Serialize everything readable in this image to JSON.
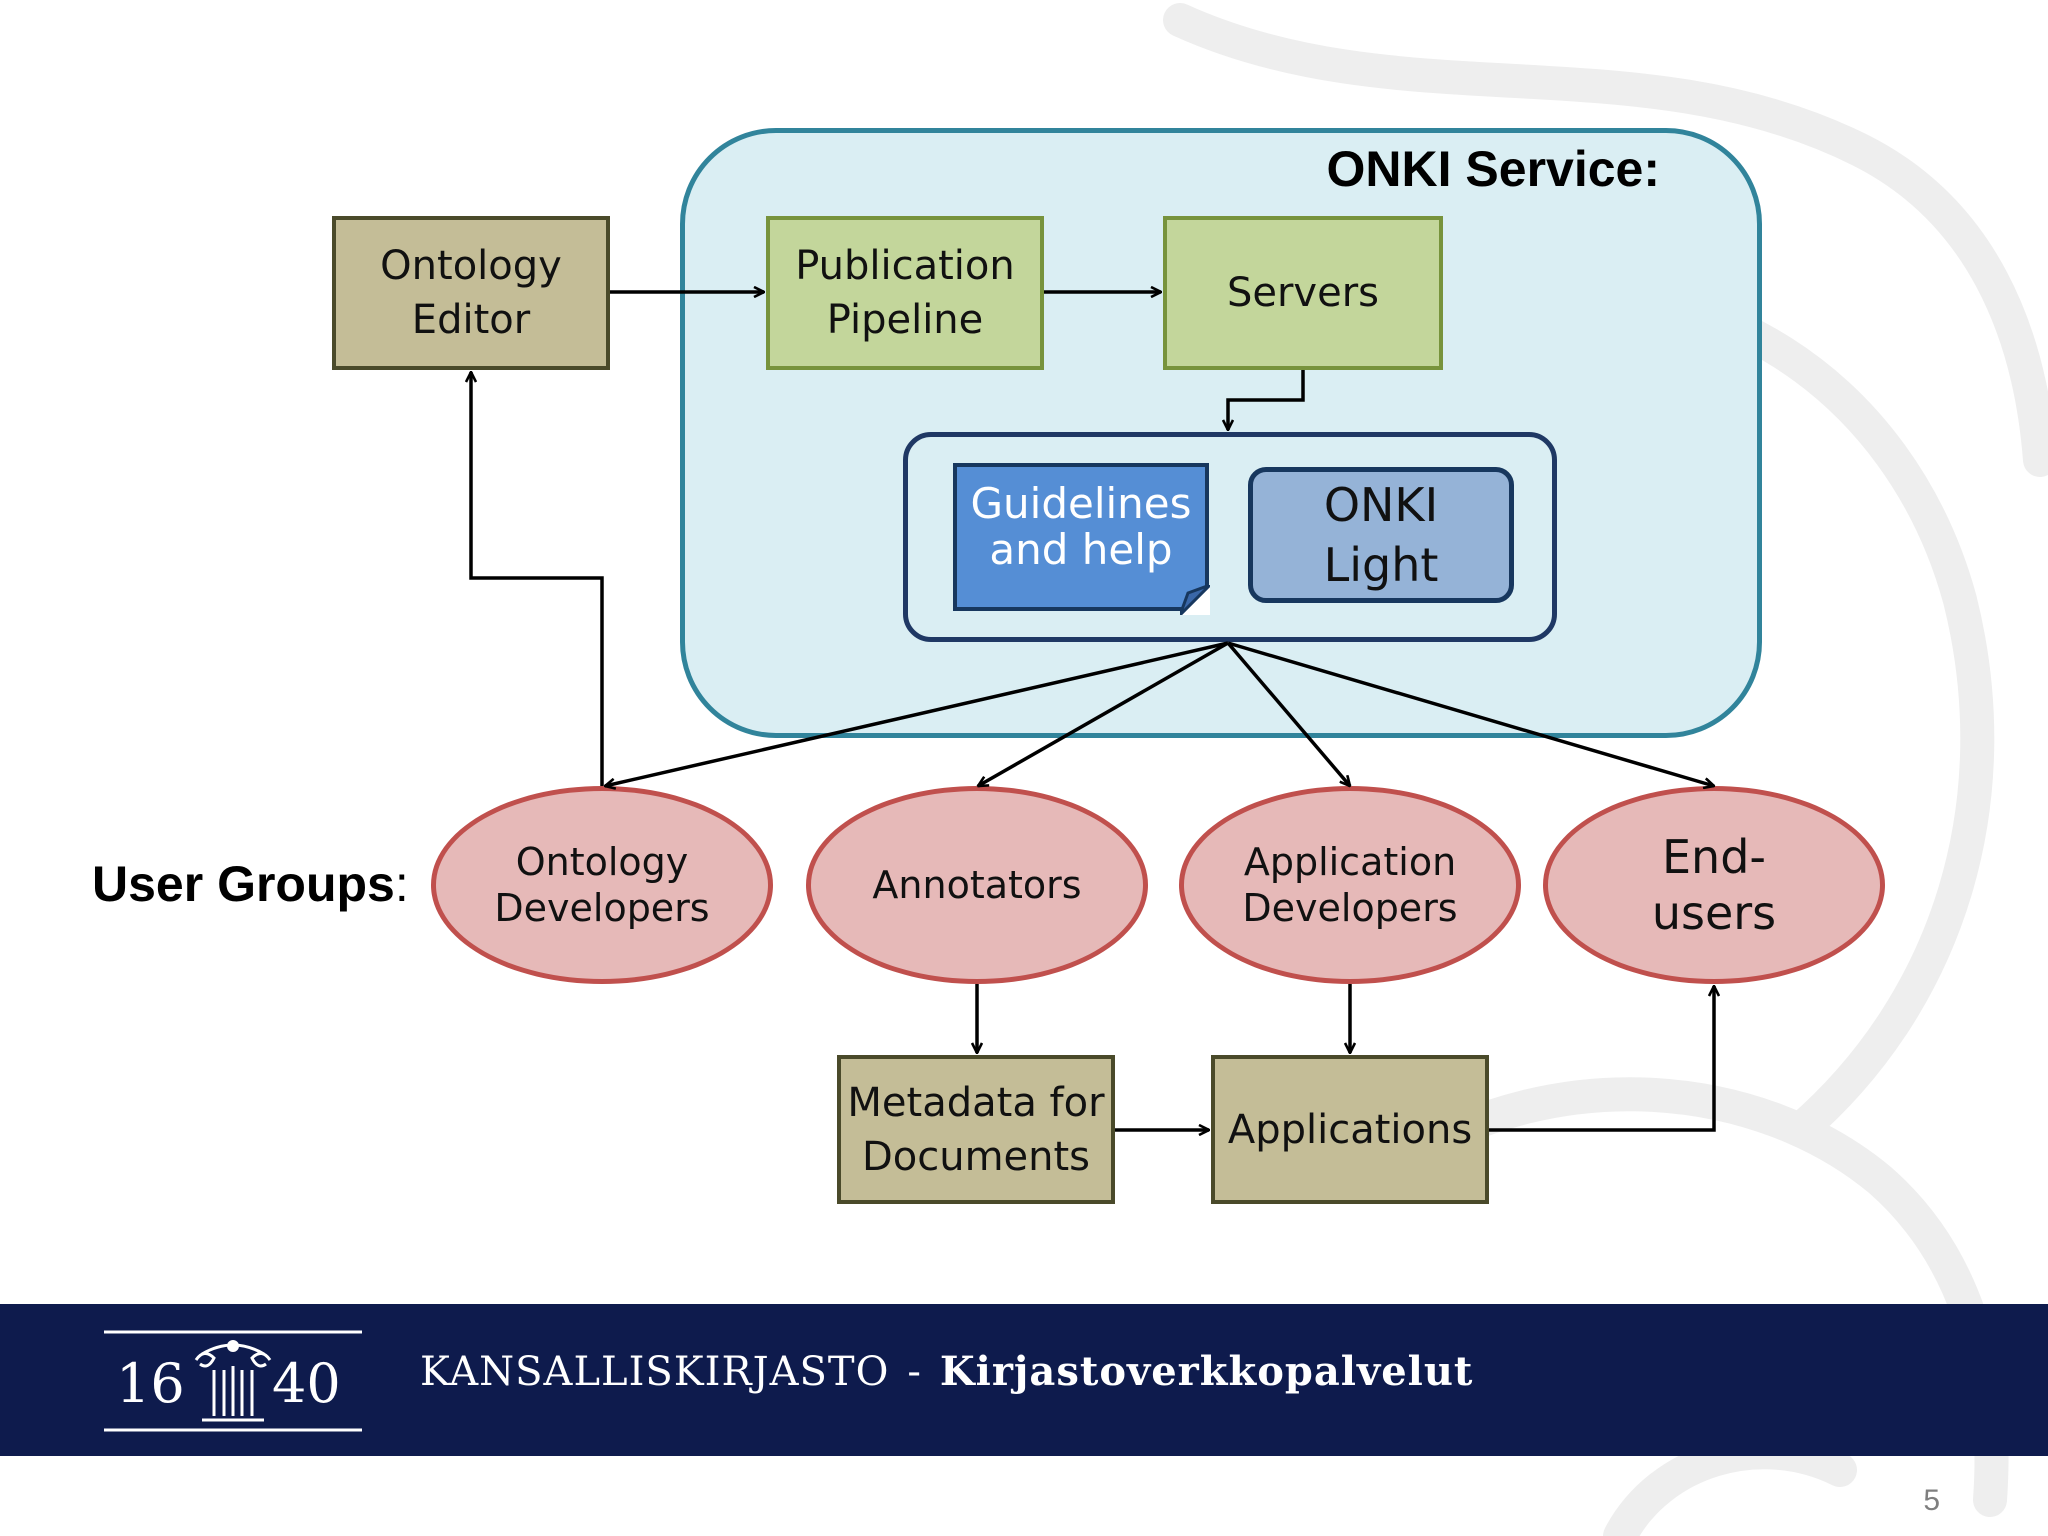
{
  "diagram": {
    "service_title": "ONKI Service:",
    "nodes": {
      "ontology_editor": "Ontology\nEditor",
      "publication_pipeline": "Publication\nPipeline",
      "servers": "Servers",
      "guidelines": "Guidelines\nand help",
      "onki_light": "ONKI\nLight",
      "metadata": "Metadata for\nDocuments",
      "applications": "Applications"
    },
    "user_groups_label": "User Groups",
    "user_groups_colon": ":",
    "user_groups": {
      "ontology_developers": "Ontology\nDevelopers",
      "annotators": "Annotators",
      "application_developers": "Application\nDevelopers",
      "end_users": "End-\nusers"
    }
  },
  "footer": {
    "logo_text": "1640",
    "org": "KANSALLISKIRJASTO",
    "separator": "-",
    "unit": "Kirjastoverkkopalvelut"
  },
  "page_number": "5",
  "colors": {
    "service_fill": "#daeef3",
    "service_border": "#31849b",
    "olive_fill": "#c4bd97",
    "green_fill": "#c3d69b",
    "guide_fill": "#558ed5",
    "light_fill": "#95b3d7",
    "user_fill": "#e6b9b8",
    "user_border": "#c0504d",
    "footer_bg": "#0e1b4d"
  }
}
